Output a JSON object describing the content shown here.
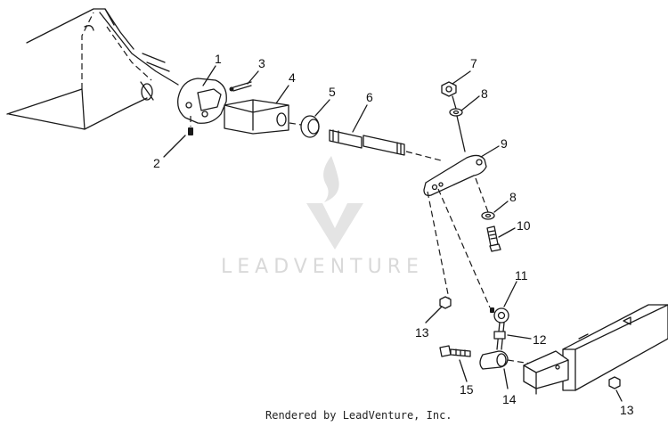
{
  "diagram": {
    "callouts": [
      {
        "id": "c1",
        "text": "1"
      },
      {
        "id": "c2",
        "text": "2"
      },
      {
        "id": "c3",
        "text": "3"
      },
      {
        "id": "c4",
        "text": "4"
      },
      {
        "id": "c5",
        "text": "5"
      },
      {
        "id": "c6",
        "text": "6"
      },
      {
        "id": "c7",
        "text": "7"
      },
      {
        "id": "c8a",
        "text": "8"
      },
      {
        "id": "c8b",
        "text": "8"
      },
      {
        "id": "c9",
        "text": "9"
      },
      {
        "id": "c10",
        "text": "10"
      },
      {
        "id": "c11",
        "text": "11"
      },
      {
        "id": "c12",
        "text": "12"
      },
      {
        "id": "c13a",
        "text": "13"
      },
      {
        "id": "c13b",
        "text": "13"
      },
      {
        "id": "c14",
        "text": "14"
      },
      {
        "id": "c15",
        "text": "15"
      }
    ],
    "watermark": "LEADVENTURE",
    "credit": "Rendered by LeadVenture, Inc."
  }
}
